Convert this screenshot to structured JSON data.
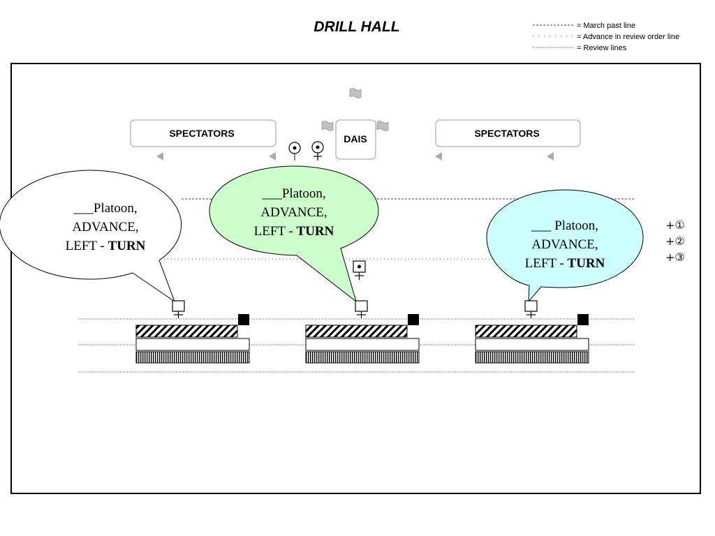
{
  "title": "DRILL HALL",
  "legend": [
    {
      "text": "= March past line",
      "style": "dashed"
    },
    {
      "text": "= Advance in review order line",
      "style": "sparse-dotted"
    },
    {
      "text": "= Review lines",
      "style": "dotted"
    }
  ],
  "spectators_left": "SPECTATORS",
  "spectators_right": "SPECTATORS",
  "dais": "DAIS",
  "bubbles": [
    {
      "line1": "___Platoon,",
      "line2": "ADVANCE,",
      "line3_plain": "LEFT - ",
      "line3_bold": "TURN",
      "fill": "#ffffff"
    },
    {
      "line1": "___Platoon,",
      "line2": "ADVANCE,",
      "line3_plain": "LEFT - ",
      "line3_bold": "TURN",
      "fill": "#ccffcc"
    },
    {
      "line1": "___ Platoon,",
      "line2": "ADVANCE,",
      "line3_plain": "LEFT - ",
      "line3_bold": "TURN",
      "fill": "#ccffff"
    }
  ],
  "counts": [
    "+①",
    "+②",
    "+③"
  ],
  "colors": {
    "border": "#000000",
    "box_border": "#999999",
    "arrow": "#aaaaaa",
    "flag": "#c0c0c0"
  }
}
